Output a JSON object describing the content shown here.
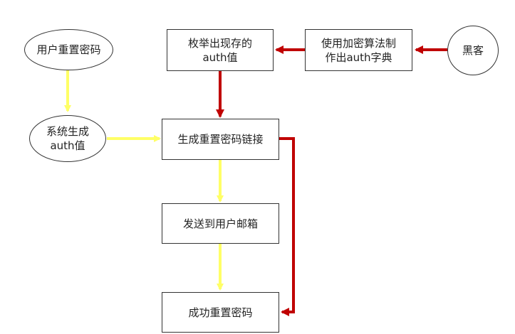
{
  "nodes": {
    "user_reset": "用户重置密码",
    "system_gen_line1": "系统生成",
    "system_gen_line2": "auth值",
    "enumerate_line1": "枚举出现存的",
    "enumerate_line2": "auth值",
    "encrypt_line1": "使用加密算法制",
    "encrypt_line2": "作出auth字典",
    "hacker": "黑客",
    "gen_link": "生成重置密码链接",
    "send_email": "发送到用户邮箱",
    "success": "成功重置密码"
  },
  "colors": {
    "normal_flow": "#ffff66",
    "attack_flow": "#c00000",
    "border": "#333333"
  }
}
